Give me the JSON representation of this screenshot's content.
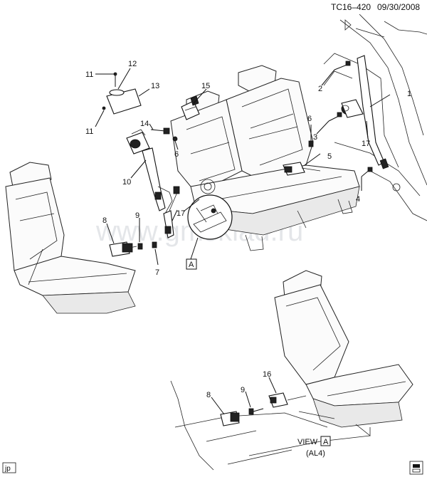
{
  "header": {
    "code": "TC16–420",
    "date": "09/30/2008"
  },
  "watermark": "www.gmsklad.ru",
  "callouts": {
    "c1": "1",
    "c2": "2",
    "c3": "3",
    "c4": "4",
    "c5": "5",
    "c6a": "6",
    "c6b": "6",
    "c7": "7",
    "c8a": "8",
    "c8b": "8",
    "c9a": "9",
    "c9b": "9",
    "c10": "10",
    "c11a": "11",
    "c11b": "11",
    "c12": "12",
    "c13": "13",
    "c14": "14",
    "c15": "15",
    "c16": "16",
    "c17a": "17",
    "c17b": "17"
  },
  "view": {
    "ref_letter_left": "A",
    "view_word": "VIEW",
    "ref_letter_right": "A",
    "variant": "(AL4)"
  },
  "footer": {
    "left_tag": "jp"
  }
}
